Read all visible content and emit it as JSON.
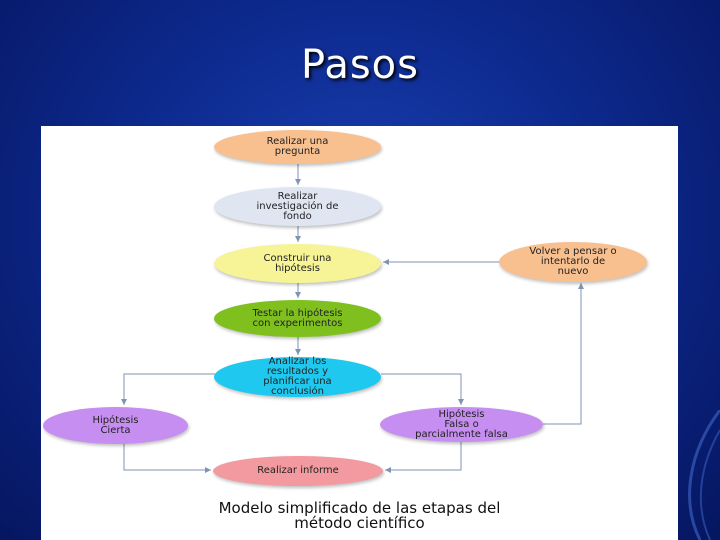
{
  "slide": {
    "title": "Pasos"
  },
  "diagram": {
    "nodes": {
      "pregunta": "Realizar una\npregunta",
      "investigacion": "Realizar\ninvestigación de\nfondo",
      "hipotesis": "Construir una\nhipótesis",
      "testar": "Testar la hipótesis\ncon experimentos",
      "analizar": "Analizar los\nresultados y\nplanificar una\nconclusión",
      "volver": "Volver a pensar o\nintentarlo de\nnuevo",
      "cierta": "Hipótesis\nCierta",
      "falsa": "Hipótesis\nFalsa o\nparcialmente falsa",
      "informe": "Realizar informe"
    },
    "colors": {
      "pregunta": "#f9c08f",
      "investigacion": "#dfe6f2",
      "hipotesis": "#f7f497",
      "testar": "#7fc01f",
      "analizar": "#1ec8ef",
      "volver": "#f9c08f",
      "cierta": "#c68ef0",
      "falsa": "#c68ef0",
      "informe": "#f29aa0",
      "arrow": "#7f93b3"
    },
    "caption": "Modelo simplificado de las etapas del\nmétodo científico"
  }
}
